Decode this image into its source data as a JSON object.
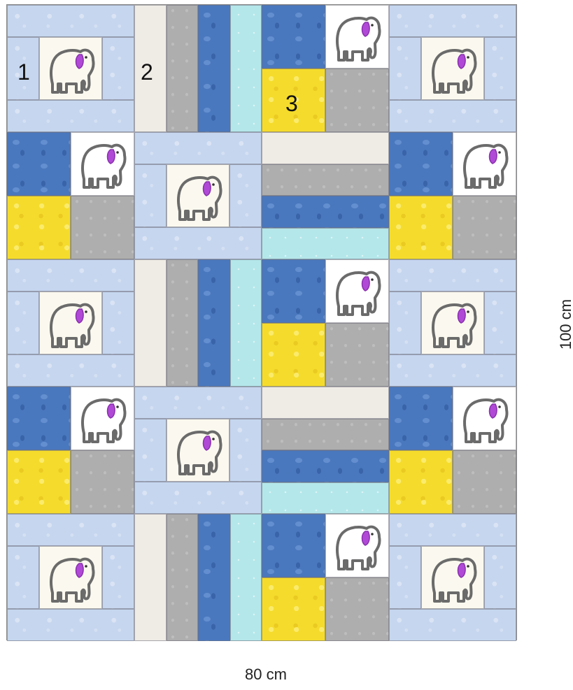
{
  "quilt": {
    "block_grid": [
      [
        "frame",
        "stripes-v",
        "fourpatch",
        "frame"
      ],
      [
        "fourpatch",
        "frame",
        "stripes-h",
        "fourpatch"
      ],
      [
        "frame",
        "stripes-v",
        "fourpatch",
        "frame"
      ],
      [
        "fourpatch",
        "frame",
        "stripes-h",
        "fourpatch"
      ],
      [
        "frame",
        "stripes-v",
        "fourpatch",
        "frame"
      ]
    ],
    "block_types": {
      "frame": "light blue frame around cream elephant square",
      "stripes": "cream / grey / dark blue / aqua strips",
      "fourpatch": "dark blue, white elephant square, yellow and grey squares"
    },
    "fabric_colors": {
      "light_blue": "#c6d6ef",
      "cream": "#efece6",
      "grey": "#aeaeae",
      "dark_blue": "#4a78be",
      "aqua": "#b4e7ea",
      "yellow": "#f5dc2c",
      "elephant_outline": "#6b6b6b",
      "elephant_ear": "#b04ad6"
    },
    "elephant_icon": "elephant-icon"
  },
  "labels": {
    "block1": "1",
    "block2": "2",
    "block3": "3"
  },
  "dimensions": {
    "width": "80 cm",
    "height": "100 cm"
  }
}
